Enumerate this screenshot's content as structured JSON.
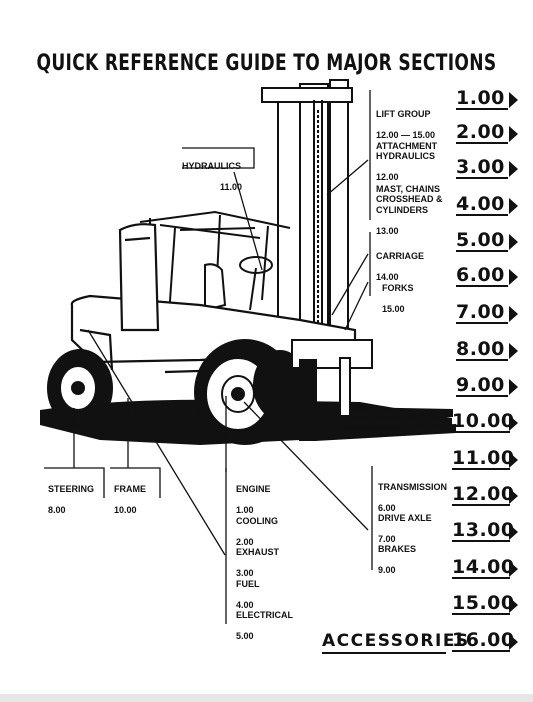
{
  "title": "QUICK REFERENCE GUIDE TO MAJOR SECTIONS",
  "sections": [
    {
      "number": "1.00",
      "label": "LIFT GROUP",
      "code": "12.00 — 15.00"
    },
    {
      "number": "2.00",
      "label": "ATTACHMENT\nHYDRAULICS",
      "code": "12.00"
    },
    {
      "number": "3.00",
      "label": "MAST, CHAINS\nCROSSHEAD &\nCYLINDERS",
      "code": "13.00"
    },
    {
      "number": "4.00"
    },
    {
      "number": "5.00",
      "label": "CARRIAGE",
      "code": "14.00"
    },
    {
      "number": "6.00",
      "label": "FORKS",
      "code": "15.00"
    },
    {
      "number": "7.00"
    },
    {
      "number": "8.00"
    },
    {
      "number": "9.00"
    },
    {
      "number": "10.00"
    },
    {
      "number": "11.00"
    },
    {
      "number": "12.00"
    },
    {
      "number": "13.00"
    },
    {
      "number": "14.00"
    },
    {
      "number": "15.00"
    }
  ],
  "labels": {
    "hydraulics": {
      "name": "HYDRAULICS",
      "code": "11.00"
    },
    "steering": {
      "name": "STEERING",
      "code": "8.00"
    },
    "frame": {
      "name": "FRAME",
      "code": "10.00"
    },
    "engine": {
      "name": "ENGINE",
      "code": "1.00"
    },
    "cooling": {
      "name": "COOLING",
      "code": "2.00"
    },
    "exhaust": {
      "name": "EXHAUST",
      "code": "3.00"
    },
    "fuel": {
      "name": "FUEL",
      "code": "4.00"
    },
    "electrical": {
      "name": "ELECTRICAL",
      "code": "5.00"
    },
    "transmission": {
      "name": "TRANSMISSION",
      "code": "6.00"
    },
    "drive_axle": {
      "name": "DRIVE AXLE",
      "code": "7.00"
    },
    "brakes": {
      "name": "BRAKES",
      "code": "9.00"
    }
  },
  "accessories": {
    "label": "ACCESSORIES",
    "number": "16.00"
  }
}
